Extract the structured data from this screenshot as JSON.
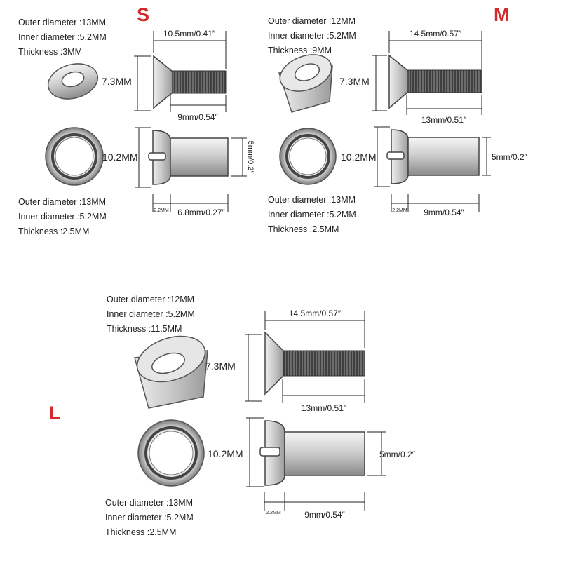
{
  "colors": {
    "accent": "#d42a2a",
    "ink": "#222222",
    "metal_dark": "#555555",
    "metal_light": "#d8d8d8"
  },
  "sizes": [
    {
      "letter": "S",
      "washer_top_specs": [
        "Outer diameter :13MM",
        "Inner diameter :5.2MM",
        "Thickness :3MM"
      ],
      "washer_bottom_specs": [
        "Outer diameter :13MM",
        "Inner diameter :5.2MM",
        "Thickness :2.5MM"
      ],
      "countersunk": {
        "total_length": "10.5mm/0.41″",
        "head_diameter": "7.3MM",
        "thread_length": "9mm/0.54″"
      },
      "cheese": {
        "head_diameter": "10.2MM",
        "shank_diameter": "5mm/0.2″",
        "head_height": "2.2MM",
        "shank_length": "6.8mm/0.27″"
      }
    },
    {
      "letter": "M",
      "washer_top_specs": [
        "Outer diameter :12MM",
        "Inner diameter :5.2MM",
        "Thickness :9MM"
      ],
      "washer_bottom_specs": [
        "Outer diameter :13MM",
        "Inner diameter :5.2MM",
        "Thickness :2.5MM"
      ],
      "countersunk": {
        "total_length": "14.5mm/0.57″",
        "head_diameter": "7.3MM",
        "thread_length": "13mm/0.51″"
      },
      "cheese": {
        "head_diameter": "10.2MM",
        "shank_diameter": "5mm/0.2″",
        "head_height": "2.2MM",
        "shank_length": "9mm/0.54″"
      }
    },
    {
      "letter": "L",
      "washer_top_specs": [
        "Outer diameter :12MM",
        "Inner diameter :5.2MM",
        "Thickness :11.5MM"
      ],
      "washer_bottom_specs": [
        "Outer diameter :13MM",
        "Inner diameter :5.2MM",
        "Thickness :2.5MM"
      ],
      "countersunk": {
        "total_length": "14.5mm/0.57″",
        "head_diameter": "7.3MM",
        "thread_length": "13mm/0.51″"
      },
      "cheese": {
        "head_diameter": "10.2MM",
        "shank_diameter": "5mm/0.2″",
        "head_height": "2.2MM",
        "shank_length": "9mm/0.54″"
      }
    }
  ]
}
